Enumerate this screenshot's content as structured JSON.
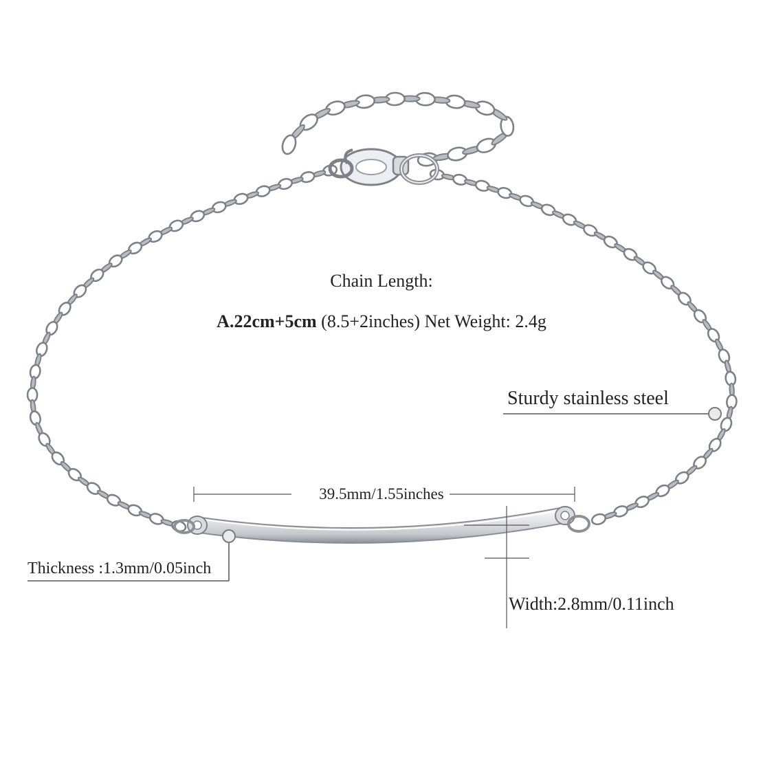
{
  "heading": {
    "chain_length": "Chain Length:"
  },
  "spec": {
    "size_bold": "A.22cm+5cm",
    "size_inches": " (8.5+2inches) ",
    "net_weight": "Net Weight: 2.4g"
  },
  "callouts": {
    "material": "Sturdy stainless steel",
    "bar_length": "39.5mm/1.55inches",
    "thickness": "Thickness :1.3mm/0.05inch",
    "width": "Width:2.8mm/0.11inch"
  },
  "colors": {
    "metal": "#b9bcc1",
    "metal_dark": "#7d8187",
    "metal_light": "#f3f4f6",
    "guide_line": "#555555",
    "text": "#222222"
  }
}
